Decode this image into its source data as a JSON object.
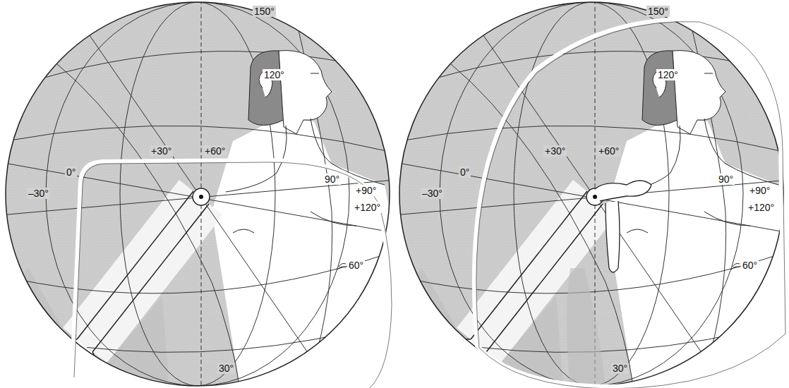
{
  "diagram": {
    "labels": [
      "150°",
      "120°",
      "+30°",
      "+60°",
      "0°",
      "–30°",
      "90°",
      "+90°",
      "+120°",
      "60°",
      "30°",
      "150°",
      "120°",
      "+30°",
      "+60°",
      "0°",
      "–30°",
      "90°",
      "+90°",
      "+120°",
      "60°",
      "30°"
    ]
  }
}
